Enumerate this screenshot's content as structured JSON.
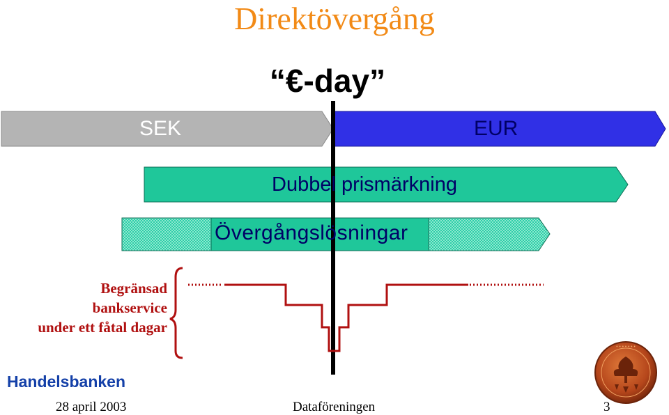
{
  "title": "Direktövergång",
  "eday_label": "“€-day”",
  "bars": {
    "sek": "SEK",
    "eur": "EUR",
    "dubbel": "Dubbel prismärkning",
    "overgang": "Övergångslösningar"
  },
  "bank_service_note": [
    "Begränsad",
    "bankservice",
    "under ett fåtal dagar"
  ],
  "brand": "Handelsbanken",
  "footer": {
    "date": "28 april 2003",
    "organization": "Dataföreningen",
    "page_number": "3"
  },
  "colors": {
    "title": "#f28a16",
    "sek_bar": "#b4b4b4",
    "eur_bar": "#3030e6",
    "dubbel_bar": "#1fc79a",
    "overgang_pattern": "#27c9a7",
    "bank_line": "#b01010",
    "brand": "#1440a8"
  },
  "seal_icon": "handelsbanken-coin-seal"
}
